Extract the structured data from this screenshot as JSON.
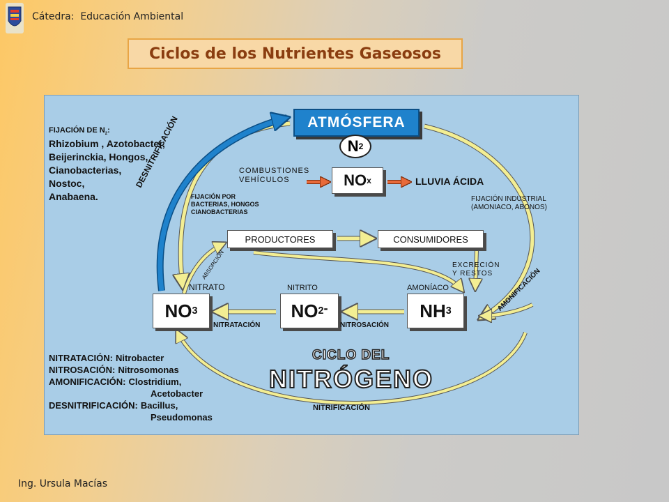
{
  "header": {
    "catedra_label": "Cátedra:",
    "catedra_value": "Educación Ambiental",
    "title": "Ciclos de los Nutrientes Gaseosos"
  },
  "footer": {
    "author": "Ing. Ursula Macías"
  },
  "colors": {
    "title_text": "#8a3d10",
    "title_border": "#e8a545",
    "diagram_bg": "#a9cde7",
    "atmosfera_box": "#1f82cc"
  },
  "diagram": {
    "atmosfera": "ATMÓSFERA",
    "n2": {
      "base": "N",
      "sub": "2"
    },
    "nox": {
      "base": "NO",
      "sub": "x"
    },
    "combustiones": "COMBUSTIONES",
    "vehiculos": "VEHÍCULOS",
    "lluvia": "LLUVIA ÁCIDA",
    "fijacion_n2_title": "FIJACIÓN DE N",
    "fijacion_n2_sub": "2",
    "fijacion_n2_colon": ":",
    "fijadores": [
      "Rhizobium , Azotobacter,",
      "Beijerinckia, Hongos,",
      "Cianobacterias,",
      "Nostoc,",
      "Anabaena."
    ],
    "desnitrificacion": "DESNITRIFICACIÓN",
    "fijacion_por": [
      "FIJACIÓN POR",
      "BACTERIAS, HONGOS",
      "CIANOBACTERIAS"
    ],
    "fijacion_industrial": [
      "FIJACIÓN INDUSTRIAL",
      "(AMONIACO, ABONOS)"
    ],
    "productores": "PRODUCTORES",
    "consumidores": "CONSUMIDORES",
    "excrecion": [
      "EXCRECIÓN",
      "Y RESTOS"
    ],
    "absorcion": "ABSORCIÓN",
    "amonificacion": "AMONIFICACIÓN",
    "nitrato": "NITRATO",
    "nitrito": "NITRITO",
    "amoniaco": "AMONÍACO",
    "no3": {
      "base": "NO",
      "sub": "3"
    },
    "no2": {
      "base": "NO",
      "sub": "2",
      "sup": "-"
    },
    "nh3": {
      "base": "NH",
      "sub": "3"
    },
    "nitratacion": "NITRATACIÓN",
    "nitrosacion": "NITROSACIÓN",
    "ciclo_del": "CICLO DEL",
    "nitrogeno": "NITRÓGENO",
    "nitrificacion": "NITRIFICACIÓN",
    "legend": [
      {
        "term": "NITRATACIÓN:",
        "value": "Nitrobacter"
      },
      {
        "term": "NITROSACIÓN:",
        "value": "Nitrosomonas"
      },
      {
        "term": "AMONIFICACIÓN:",
        "value": "Clostridium,"
      },
      {
        "term": "",
        "value": "Acetobacter"
      },
      {
        "term": "DESNITRIFICACIÓN:",
        "value": "Bacillus,"
      },
      {
        "term": "",
        "value": "Pseudomonas"
      }
    ]
  }
}
